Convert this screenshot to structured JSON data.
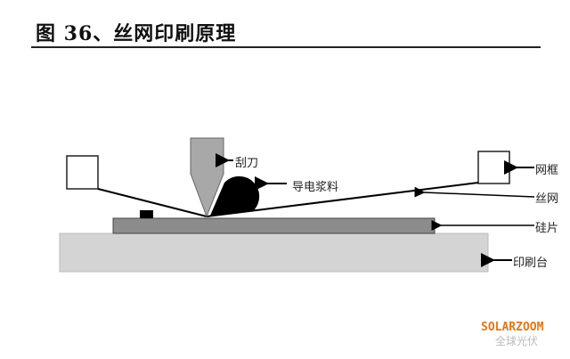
{
  "title": "图 36、丝网印刷原理",
  "labels": {
    "squeegee": "刮刀",
    "paste": "导电浆料",
    "frame": "网框",
    "screen": "丝网",
    "wafer": "硅片",
    "table": "印刷台"
  },
  "watermark": {
    "brand": "SOLARZOOM",
    "sub": "全球光伏"
  },
  "colors": {
    "blade": "#a8a8a8",
    "wafer": "#8c8c8c",
    "table": "#d4d4d4",
    "paste": "#000000",
    "watermark": "#e07818"
  }
}
